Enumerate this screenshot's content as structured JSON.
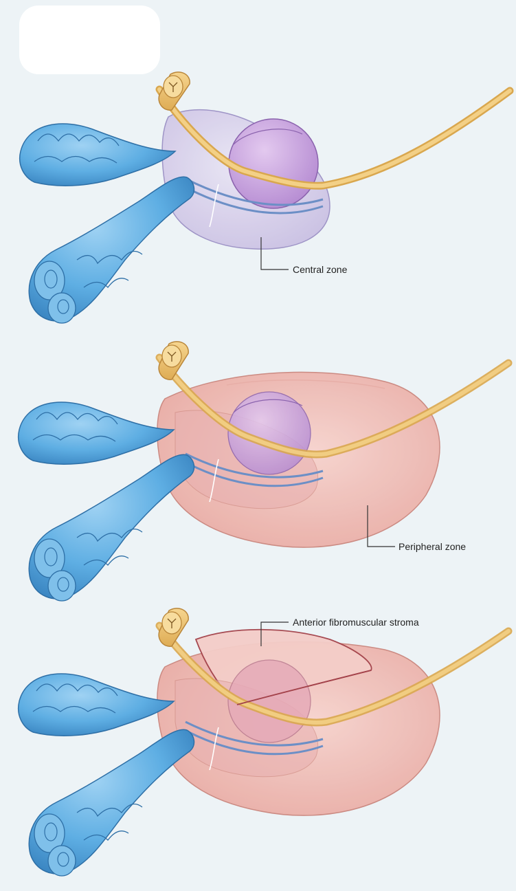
{
  "panels": [
    {
      "id": "central",
      "label": "Central zone"
    },
    {
      "id": "peripheral",
      "label": "Peripheral zone"
    },
    {
      "id": "stroma",
      "label": "Anterior fibromuscular stroma"
    }
  ]
}
